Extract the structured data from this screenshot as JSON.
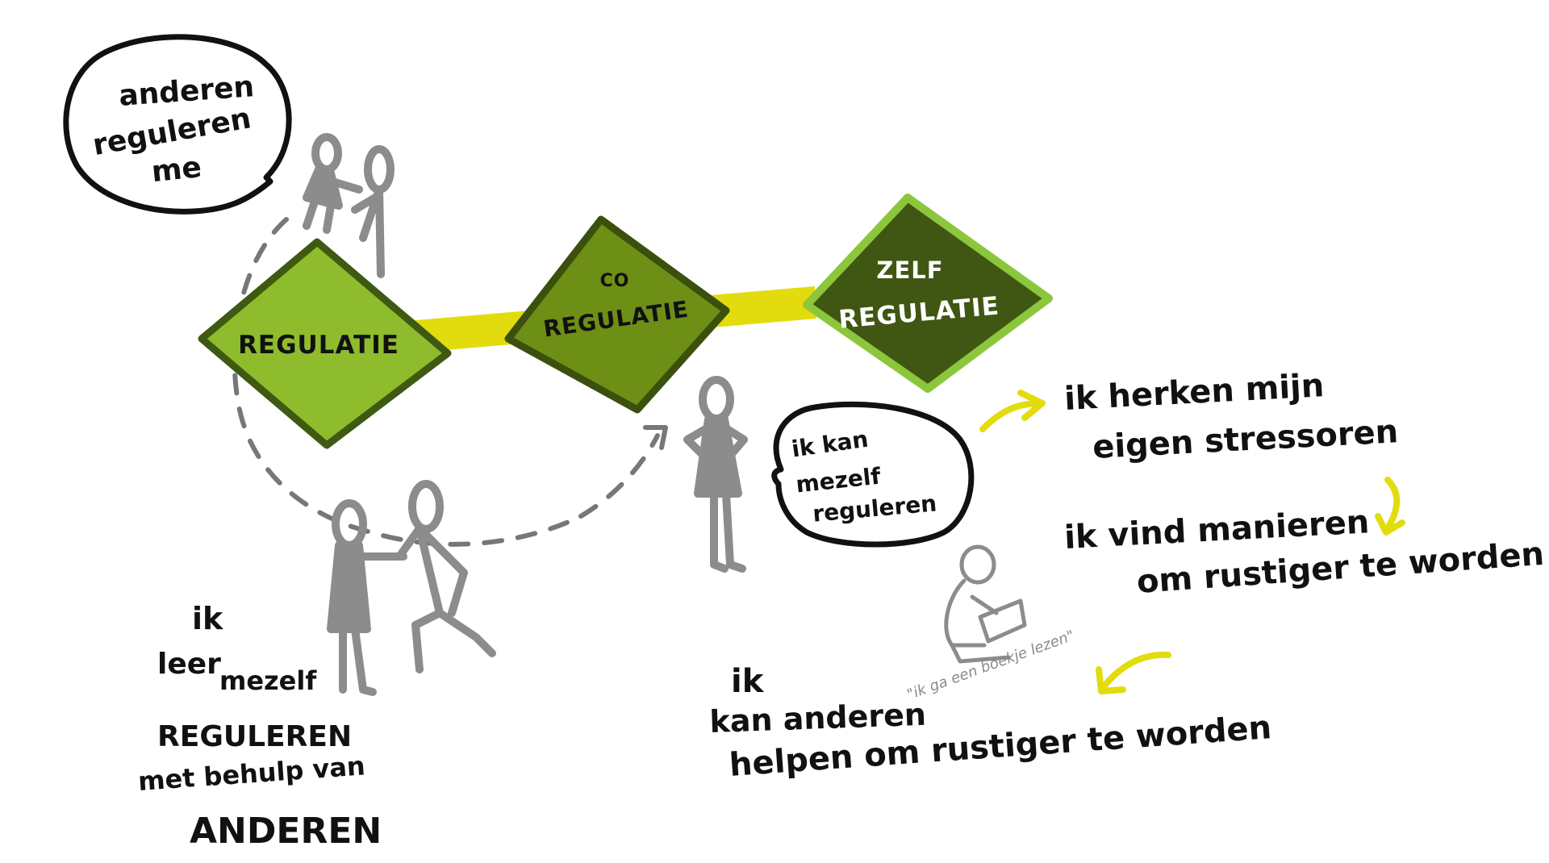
{
  "stages": {
    "regulatie": "REGULATIE",
    "co_top": "CO",
    "co_bottom": "REGULATIE",
    "zelf_top": "ZELF",
    "zelf_bottom": "REGULATIE"
  },
  "bubbles": {
    "left": [
      "anderen",
      "reguleren",
      "me"
    ],
    "middle": [
      "ik kan",
      "mezelf",
      "reguleren"
    ]
  },
  "left_text": {
    "l1": "ik",
    "l2a": "leer",
    "l2b": "mezelf",
    "l3": "REGULEREN",
    "l4": "met behulp van",
    "l5": "ANDEREN"
  },
  "right_steps": {
    "s1a": "ik herken mijn",
    "s1b": "eigen stressoren",
    "s2a": "ik vind manieren",
    "s2b": "om rustiger te worden",
    "s3a": "ik",
    "s3b": "kan anderen",
    "s3c": "helpen om rustiger te worden"
  },
  "quote": "\"ik ga een boekje lezen\"",
  "colors": {
    "band": "#e2dc0e",
    "diamond1_fill": "#8fbc2c",
    "diamond1_stroke": "#3e5a12",
    "diamond2_fill": "#6e8f16",
    "diamond2_stroke": "#3a500c",
    "diamond3_fill": "#3f5712",
    "diamond3_stroke": "#8cc63c",
    "figure": "#8c8c8c",
    "arrow": "#e2dc0e",
    "ink": "#111111"
  },
  "icons": {
    "arrows": "curved-arrow-icon",
    "figures": "stick-figure-icon"
  }
}
